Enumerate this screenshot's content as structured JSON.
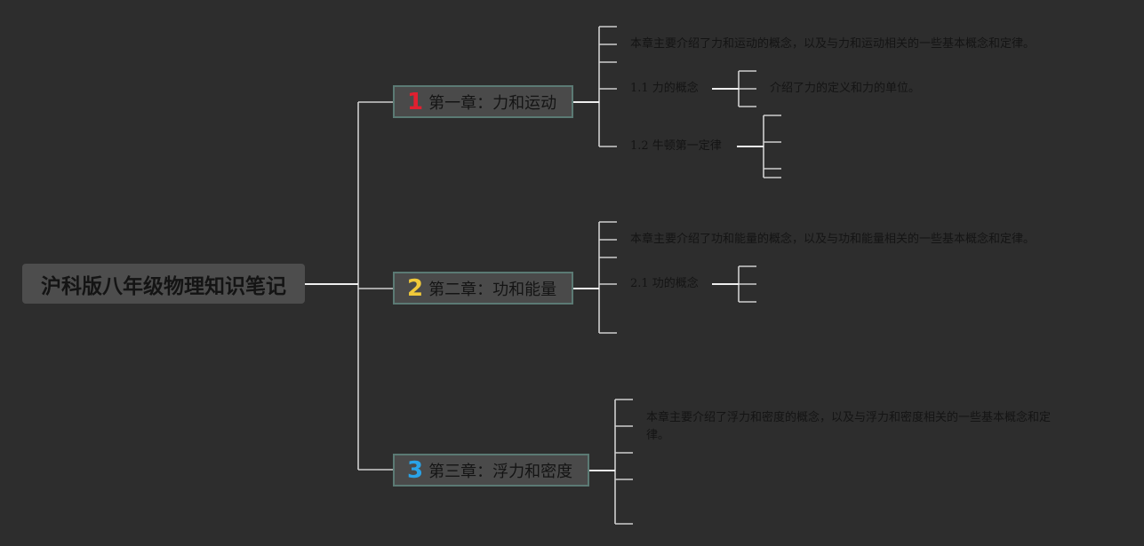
{
  "root": {
    "title": "沪科版八年级物理知识笔记"
  },
  "chapters": [
    {
      "number": "1",
      "title": "第一章：力和运动",
      "number_color": "#e02030",
      "summary": "本章主要介绍了力和运动的概念，以及与力和运动相关的一些基本概念和定律。",
      "sections": [
        {
          "title": "1.1 力的概念",
          "detail": "介绍了力的定义和力的单位。"
        },
        {
          "title": "1.2 牛顿第一定律"
        }
      ]
    },
    {
      "number": "2",
      "title": "第二章：功和能量",
      "number_color": "#f0c93a",
      "summary": "本章主要介绍了功和能量的概念，以及与功和能量相关的一些基本概念和定律。",
      "sections": [
        {
          "title": "2.1 功的概念"
        }
      ]
    },
    {
      "number": "3",
      "title": "第三章：浮力和密度",
      "number_color": "#2aa3e8",
      "summary_line1": "本章主要介绍了浮力和密度的概念，以及与浮力和密度相关的一些基本概念和定",
      "summary_line2": "律。"
    }
  ],
  "colors": {
    "background": "#2d2d2d",
    "line": "#cfcfcf",
    "text": "#141414"
  }
}
